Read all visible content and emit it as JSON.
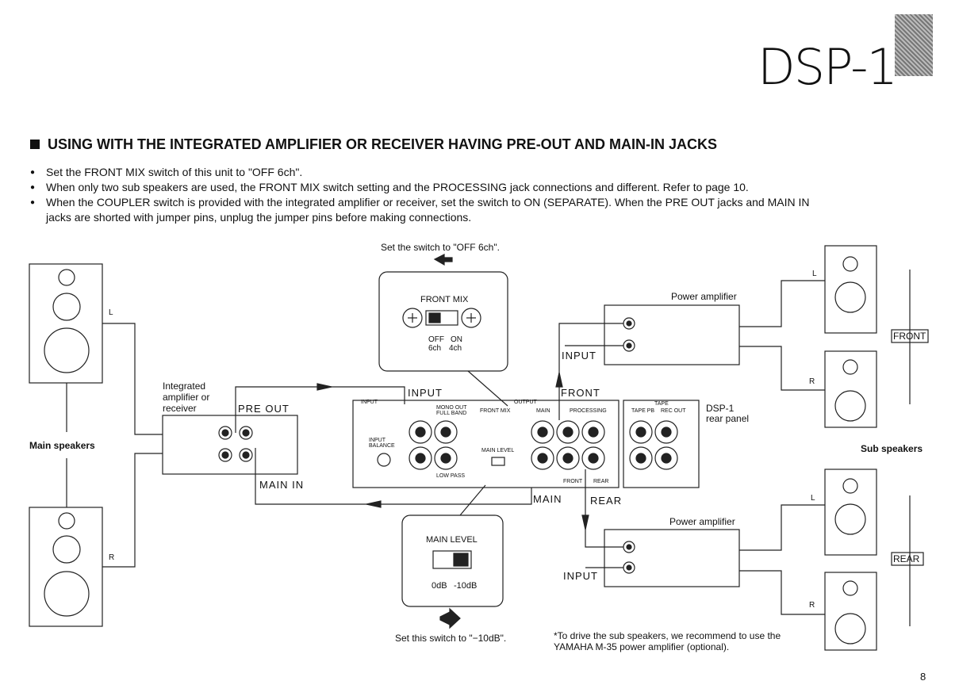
{
  "brand": "DSP-1",
  "heading": "USING WITH THE INTEGRATED AMPLIFIER OR RECEIVER HAVING PRE-OUT AND MAIN-IN JACKS",
  "bullets": [
    "Set the FRONT MIX switch of this unit to \"OFF 6ch\".",
    "When only two sub speakers are used, the FRONT MIX switch setting and the PROCESSING jack connections and different. Refer to page 10.",
    "When the COUPLER switch is provided with the integrated amplifier or receiver, set the switch to ON (SEPARATE). When the PRE OUT jacks and MAIN IN jacks are shorted with jumper pins, unplug the jumper pins before making connections."
  ],
  "diagram": {
    "front_mix_instruction": "Set the switch to \"OFF 6ch\".",
    "front_mix_title": "FRONT MIX",
    "front_mix_opt1": "OFF",
    "front_mix_opt1b": "6ch",
    "front_mix_opt2": "ON",
    "front_mix_opt2b": "4ch",
    "main_level_title": "MAIN LEVEL",
    "main_level_opt1": "0dB",
    "main_level_opt2": "-10dB",
    "main_level_instruction": "Set this switch to \"−10dB\".",
    "integrated_label": "Integrated amplifier or receiver",
    "pre_out": "PRE OUT",
    "main_in": "MAIN IN",
    "input_top": "INPUT",
    "front": "FRONT",
    "main": "MAIN",
    "rear": "REAR",
    "input_front_amp": "INPUT",
    "input_rear_amp": "INPUT",
    "power_amp_front": "Power amplifier",
    "power_amp_rear": "Power amplifier",
    "dsp_panel": "DSP-1",
    "dsp_panel2": "rear panel",
    "main_speakers": "Main speakers",
    "sub_speakers": "Sub speakers",
    "front_tag": "FRONT",
    "rear_tag": "REAR",
    "ch_L": "L",
    "ch_R": "R",
    "panel_input": "INPUT",
    "panel_output": "OUTPUT",
    "panel_mono_out": "MONO OUT",
    "panel_full_band": "FULL BAND",
    "panel_front_mix": "FRONT MIX",
    "panel_main": "MAIN",
    "panel_processing": "PROCESSING",
    "panel_tape": "TAPE",
    "panel_tape_pb": "TAPE PB",
    "panel_rec_out": "REC OUT",
    "panel_input_balance": "INPUT BALANCE",
    "panel_main_level": "MAIN LEVEL",
    "panel_low_pass": "LOW PASS",
    "panel_front_small": "FRONT",
    "panel_rear_small": "REAR",
    "footnote": "*To drive the sub speakers, we recommend to use the YAMAHA M-35 power amplifier (optional).",
    "page_number": "8"
  }
}
